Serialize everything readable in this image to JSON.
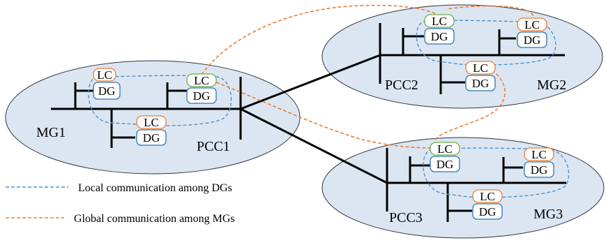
{
  "colors": {
    "ellipse_fill": "#dce6f2",
    "local_comm": "#4b93d1",
    "global_comm": "#ed7d31",
    "lc_green": "#70ad47",
    "lc_orange": "#ed7d31",
    "dg_border": "#2e75b6"
  },
  "microgrids": [
    {
      "label": "MG1",
      "pcc": "PCC1"
    },
    {
      "label": "MG2",
      "pcc": "PCC2"
    },
    {
      "label": "MG3",
      "pcc": "PCC3"
    }
  ],
  "units": {
    "lc": "LC",
    "dg": "DG"
  },
  "legend": {
    "local": "Local communication among DGs",
    "global": "Global communication among MGs"
  }
}
